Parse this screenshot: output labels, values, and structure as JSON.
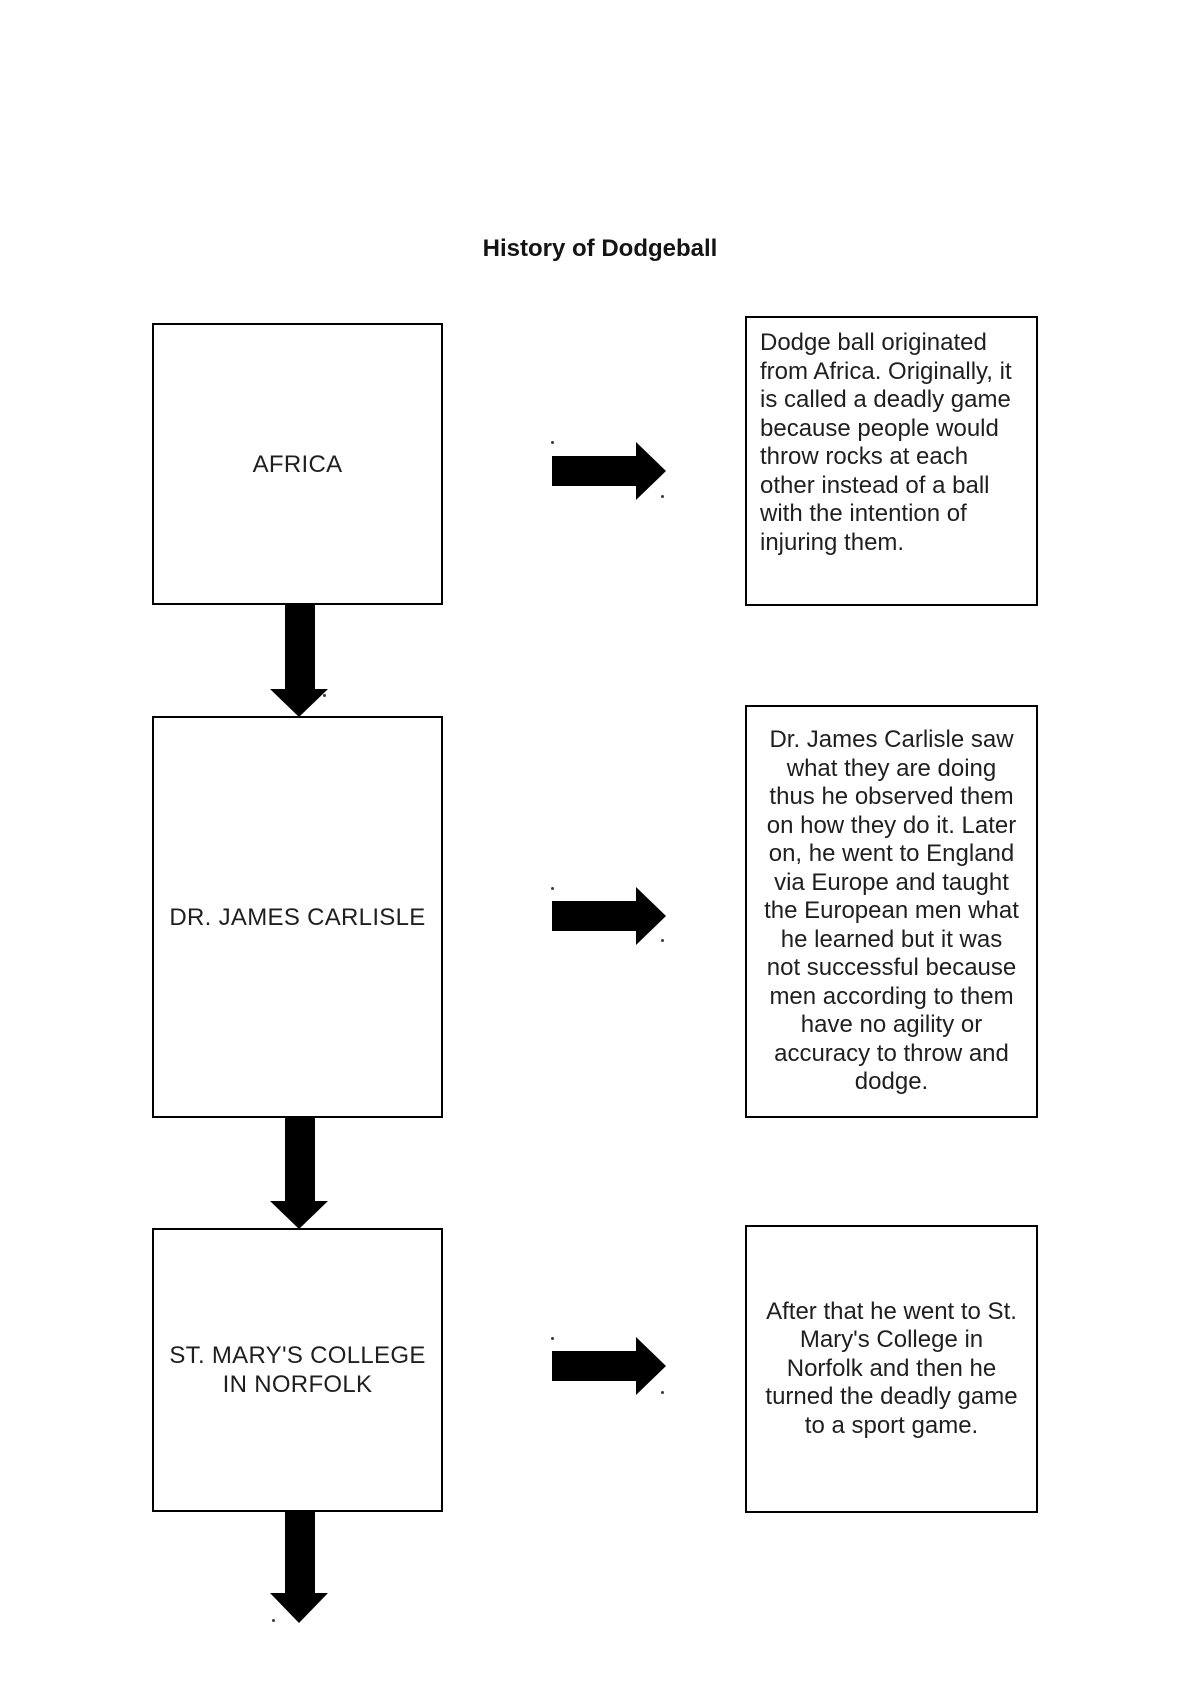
{
  "page": {
    "title": "History of Dodgeball",
    "background_color": "#ffffff",
    "ink_color": "#1f1f1f",
    "arrow_color": "#000000",
    "border_color": "#000000"
  },
  "flowchart": {
    "steps": [
      {
        "node_label": "AFRICA",
        "description": "Dodge ball originated\nfrom Africa. Originally, it\nis called a deadly game\nbecause people would\nthrow rocks at each\nother instead of a ball\nwith the intention of\ninjuring them."
      },
      {
        "node_label": "DR. JAMES CARLISLE",
        "description": "Dr. James Carlisle saw\nwhat they are doing\nthus he observed them\non how they do it. Later\non, he went to England\nvia Europe and taught\nthe European men what\nhe learned but it was\nnot successful because\nmen according to them\nhave no agility or\naccuracy to throw and\ndodge."
      },
      {
        "node_label": "ST. MARY'S COLLEGE\nIN NORFOLK",
        "description": "After that he went to St.\nMary's College in\nNorfolk and then he\nturned the deadly game\nto a sport game."
      }
    ],
    "connectors": {
      "right_arrow_icon": "right-arrow",
      "down_arrow_icon": "down-arrow"
    }
  }
}
